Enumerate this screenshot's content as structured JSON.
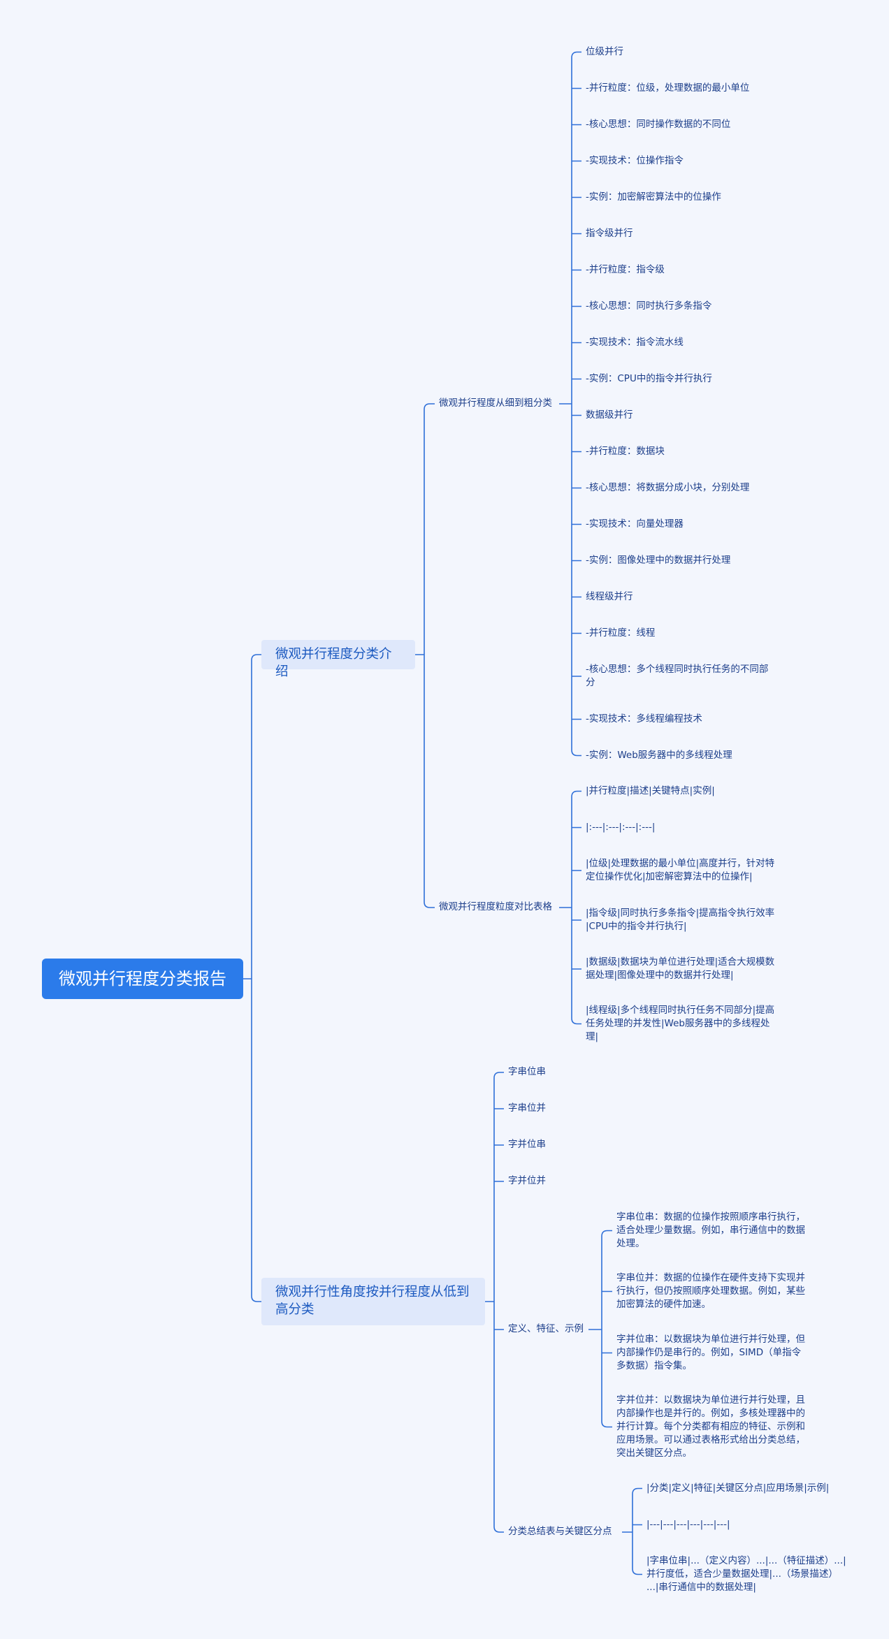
{
  "root": {
    "label": "微观并行程度分类报告"
  },
  "branch1": {
    "label": "微观并行程度分类介绍",
    "sub1": {
      "label": "微观并行程度从细到粗分类",
      "items": [
        "位级并行",
        "-并行粒度：位级，处理数据的最小单位",
        "-核心思想：同时操作数据的不同位",
        "-实现技术：位操作指令",
        "-实例：加密解密算法中的位操作",
        "指令级并行",
        "-并行粒度：指令级",
        "-核心思想：同时执行多条指令",
        "-实现技术：指令流水线",
        "-实例：CPU中的指令并行执行",
        "数据级并行",
        "-并行粒度：数据块",
        "-核心思想：将数据分成小块，分别处理",
        "-实现技术：向量处理器",
        "-实例：图像处理中的数据并行处理",
        "线程级并行",
        "-并行粒度：线程",
        "-核心思想：多个线程同时执行任务的不同部\n分",
        "-实现技术：多线程编程技术",
        "-实例：Web服务器中的多线程处理"
      ]
    },
    "sub2": {
      "label": "微观并行程度粒度对比表格",
      "items": [
        "|并行粒度|描述|关键特点|实例|",
        "|:---|:---|:---|:---|",
        "|位级|处理数据的最小单位|高度并行，针对特\n定位操作优化|加密解密算法中的位操作|",
        "|指令级|同时执行多条指令|提高指令执行效率\n|CPU中的指令并行执行|",
        "|数据级|数据块为单位进行处理|适合大规模数\n据处理|图像处理中的数据并行处理|",
        "|线程级|多个线程同时执行任务不同部分|提高\n任务处理的并发性|Web服务器中的多线程处\n理|"
      ]
    }
  },
  "branch2": {
    "label": "微观并行性角度按并行程度从低到\n高分类",
    "simple_items": [
      "字串位串",
      "字串位并",
      "字并位串",
      "字并位并"
    ],
    "def": {
      "label": "定义、特征、示例",
      "items": [
        "字串位串：数据的位操作按照顺序串行执行，\n适合处理少量数据。例如，串行通信中的数据\n处理。",
        "字串位并：数据的位操作在硬件支持下实现并\n行执行，但仍按照顺序处理数据。例如，某些\n加密算法的硬件加速。",
        "字并位串：以数据块为单位进行并行处理，但\n内部操作仍是串行的。例如，SIMD（单指令\n多数据）指令集。",
        "字并位并：以数据块为单位进行并行处理，且\n内部操作也是并行的。例如，多核处理器中的\n并行计算。每个分类都有相应的特征、示例和\n应用场景。可以通过表格形式给出分类总结，\n突出关键区分点。"
      ]
    },
    "summary": {
      "label": "分类总结表与关键区分点",
      "items": [
        "|分类|定义|特征|关键区分点|应用场景|示例|",
        "|---|---|---|---|---|---|",
        "|字串位串|...（定义内容）...|...（特征描述）...|\n并行度低，适合少量数据处理|...（场景描述）\n...|串行通信中的数据处理|"
      ]
    }
  },
  "colors": {
    "line": "#2e6fd8",
    "text": "#1c3e8a",
    "root_bg": "#2b7bea",
    "branch_bg": "#dfe8fb"
  }
}
